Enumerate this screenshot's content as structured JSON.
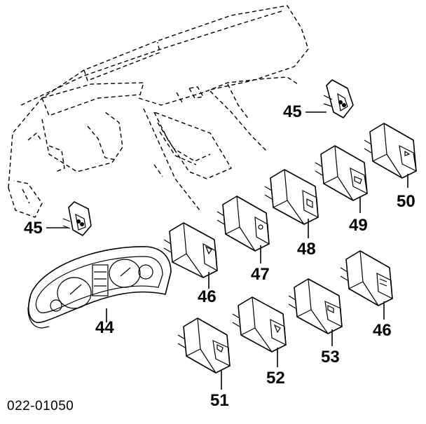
{
  "diagram": {
    "callouts": [
      {
        "id": "c45a",
        "text": "45"
      },
      {
        "id": "c45b",
        "text": "45"
      },
      {
        "id": "c44",
        "text": "44"
      },
      {
        "id": "c46a",
        "text": "46"
      },
      {
        "id": "c47",
        "text": "47"
      },
      {
        "id": "c48",
        "text": "48"
      },
      {
        "id": "c49",
        "text": "49"
      },
      {
        "id": "c50",
        "text": "50"
      },
      {
        "id": "c46b",
        "text": "46"
      },
      {
        "id": "c53",
        "text": "53"
      },
      {
        "id": "c52",
        "text": "52"
      },
      {
        "id": "c51",
        "text": "51"
      }
    ],
    "figure_code": "022-01050"
  }
}
